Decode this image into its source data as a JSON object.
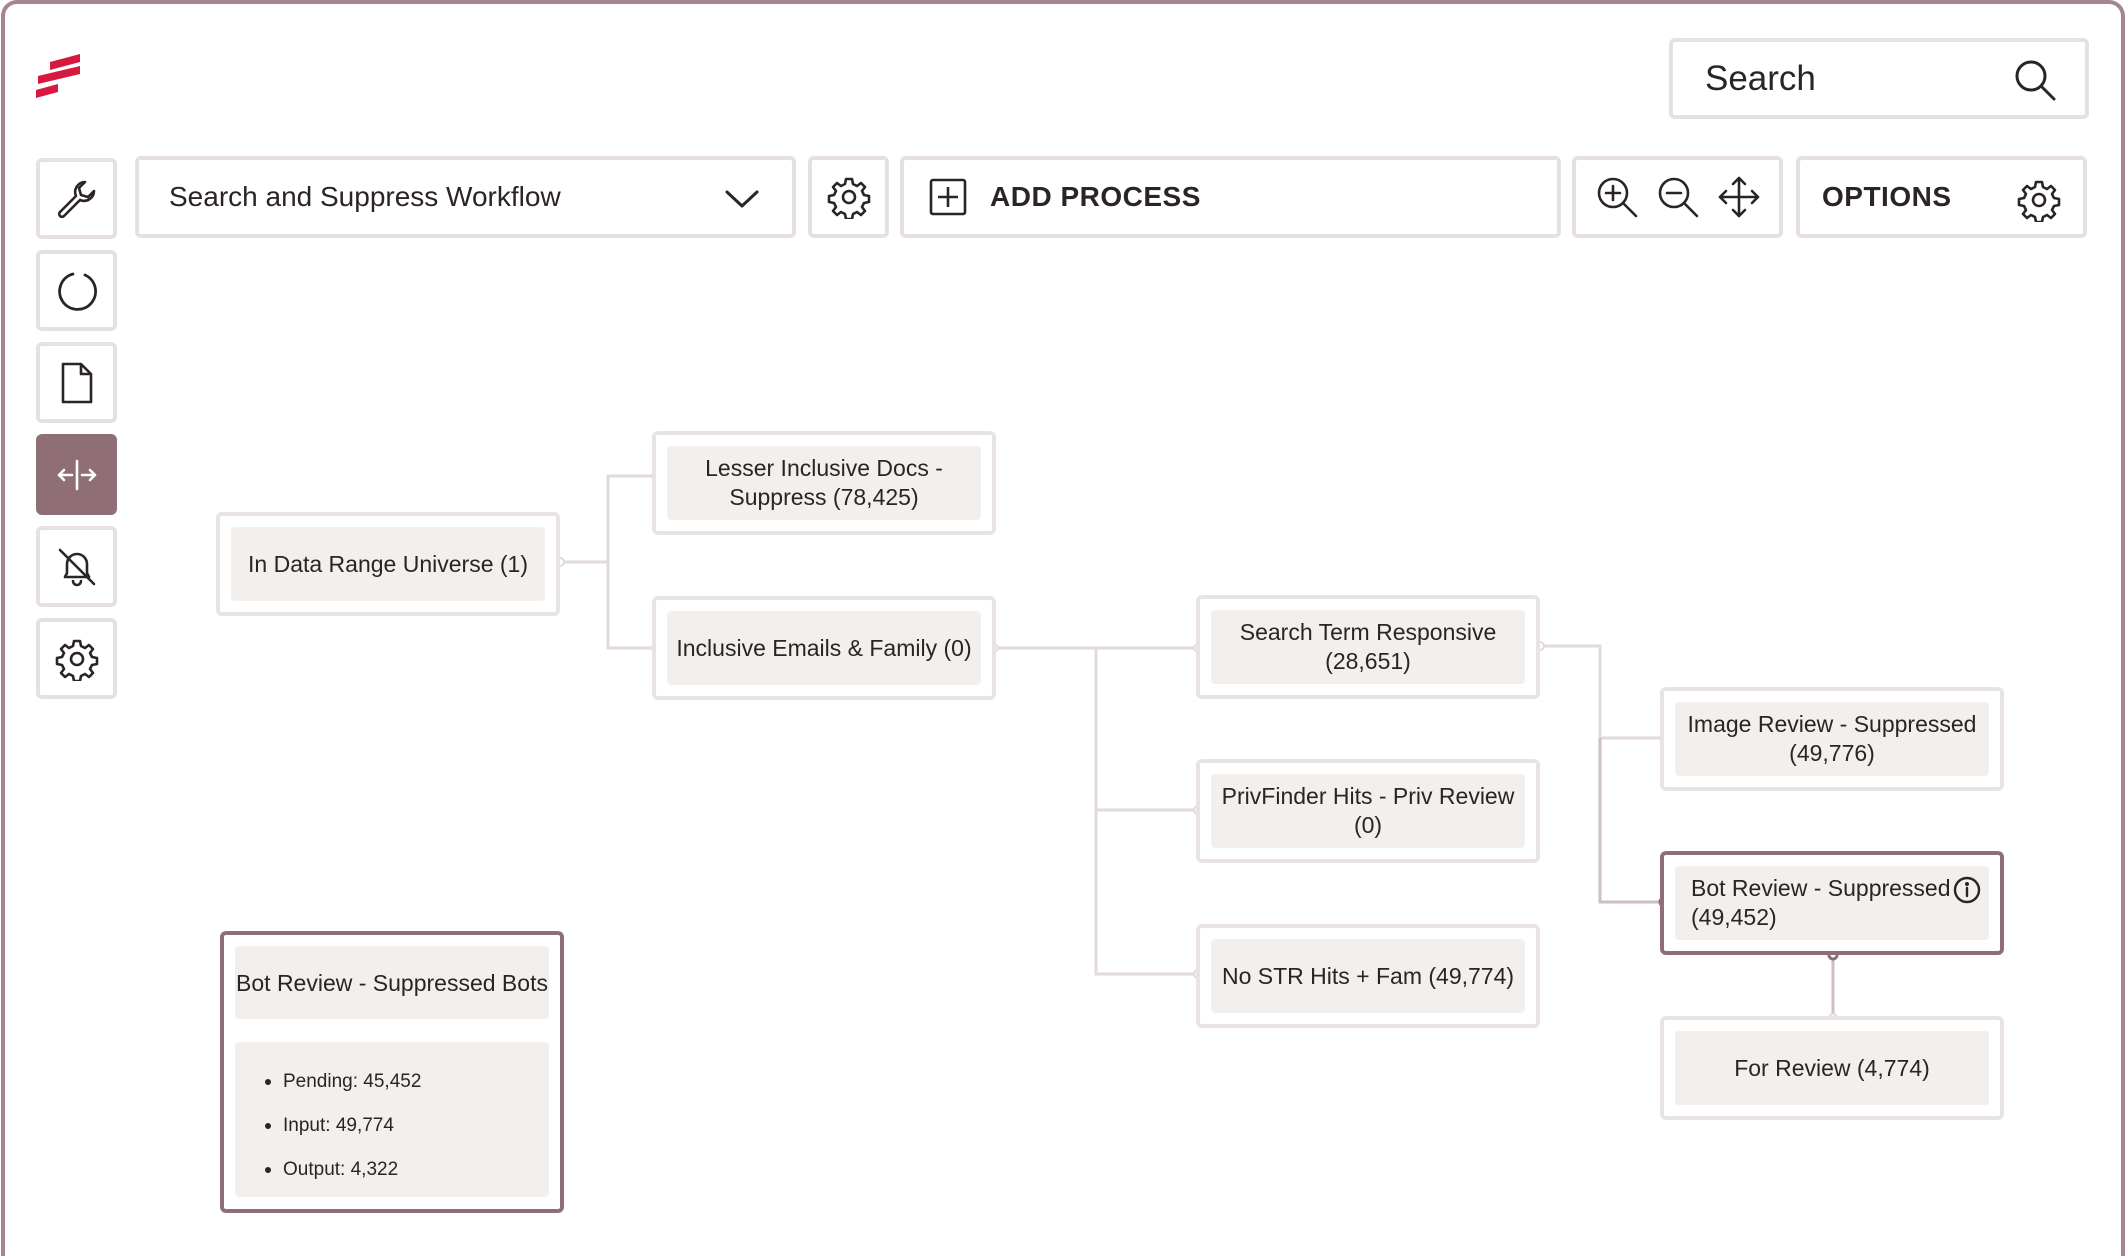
{
  "search": {
    "placeholder": "Search"
  },
  "sidebar": {
    "items": [
      {
        "name": "tools",
        "icon": "wrench-icon"
      },
      {
        "name": "refresh",
        "icon": "circle-refresh-icon"
      },
      {
        "name": "document",
        "icon": "document-icon"
      },
      {
        "name": "split-view",
        "icon": "split-arrows-icon",
        "active": true
      },
      {
        "name": "notifications-off",
        "icon": "bell-off-icon"
      },
      {
        "name": "settings",
        "icon": "gear-icon"
      }
    ]
  },
  "toolbar": {
    "workflow_selected": "Search and Suppress Workflow",
    "add_process_label": "ADD PROCESS",
    "options_label": "OPTIONS"
  },
  "nodes": {
    "in_data_range": "In Data Range Universe (1)",
    "lesser_inclusive": "Lesser Inclusive Docs - Suppress (78,425)",
    "inclusive_emails": "Inclusive Emails & Family (0)",
    "search_term_responsive": "Search Term Responsive (28,651)",
    "privfinder": "PrivFinder Hits - Priv Review (0)",
    "no_str": "No STR Hits + Fam (49,774)",
    "image_review": "Image Review - Suppressed (49,776)",
    "bot_review": "Bot Review - Suppressed (49,452)",
    "for_review": "For Review (4,774)"
  },
  "detail_card": {
    "title": "Bot Review - Suppressed Bots",
    "stats": [
      "Pending: 45,452",
      "Input: 49,774",
      "Output: 4,322"
    ]
  },
  "colors": {
    "brand_red": "#d7193f",
    "accent": "#8f6f75",
    "node_border": "#e9e3e4",
    "node_fill": "#f3efed",
    "connector": "#e2dadb"
  }
}
